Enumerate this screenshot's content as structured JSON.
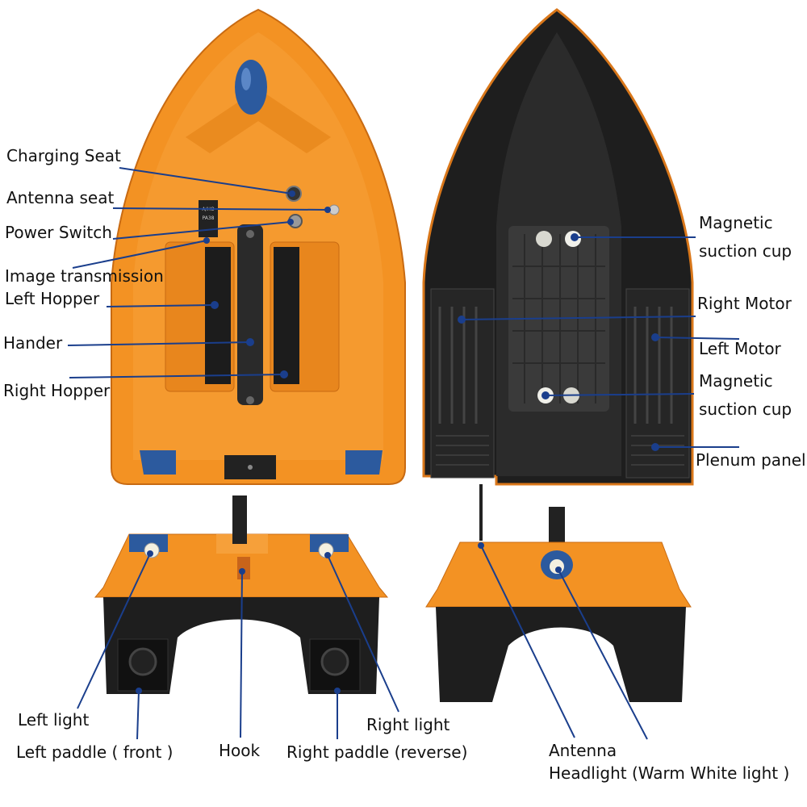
{
  "colors": {
    "hull_orange": "#f39223",
    "hull_orange_dark": "#d9771a",
    "hull_black": "#1e1e1e",
    "accent_blue": "#2c5a9e",
    "callout_line": "#1a3e8c"
  },
  "labels": {
    "charging_seat": "Charging Seat",
    "antenna_seat": "Antenna seat",
    "power_switch": "Power Switch",
    "image_transmission": "Image transmission",
    "left_hopper": "Left  Hopper",
    "hander": "Hander",
    "right_hopper": "Right Hopper",
    "magnetic_suction_cup_top_line1": "Magnetic",
    "magnetic_suction_cup_top_line2": "suction cup",
    "right_motor": "Right Motor",
    "left_motor": "Left Motor",
    "magnetic_suction_cup_bottom_line1": "Magnetic",
    "magnetic_suction_cup_bottom_line2": "suction cup",
    "plenum_panel": "Plenum panel",
    "left_light": "Left light",
    "left_paddle_front": "Left paddle ( front  )",
    "hook": "Hook",
    "right_light": "Right light",
    "right_paddle_reverse": "Right paddle (reverse)",
    "antenna": "Antenna",
    "headlight": "Headlight (Warm White light )"
  },
  "switch_panel_text": [
    "A/HO",
    "PA38"
  ]
}
